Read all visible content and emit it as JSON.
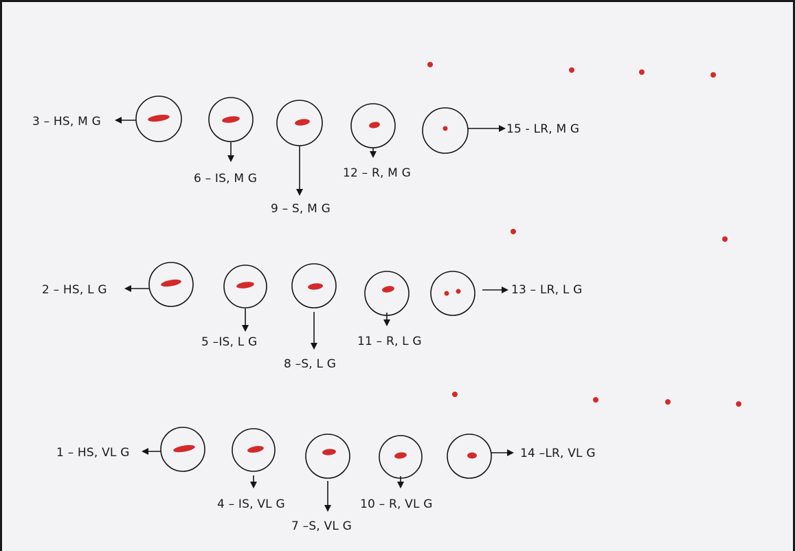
{
  "labels": {
    "s3": "3 – HS, M G",
    "s6": "6 – IS, M G",
    "s9": "9 – S, M G",
    "s12": "12 – R, M G",
    "s15": "15 - LR, M G",
    "s2": "2 – HS, L G",
    "s5": "5 –IS, L G",
    "s8": "8 –S, L G",
    "s11": "11 – R, L G",
    "s13": "13 – LR, L G",
    "s1": "1 – HS, VL G",
    "s4": "4 – IS, VL G",
    "s7": "7 –S, VL G",
    "s10": "10 – R, VL G",
    "s14": "14 –LR, VL G"
  },
  "colors": {
    "mark": "#d42a2a",
    "line": "#151515",
    "background": "#f3f3f6"
  }
}
